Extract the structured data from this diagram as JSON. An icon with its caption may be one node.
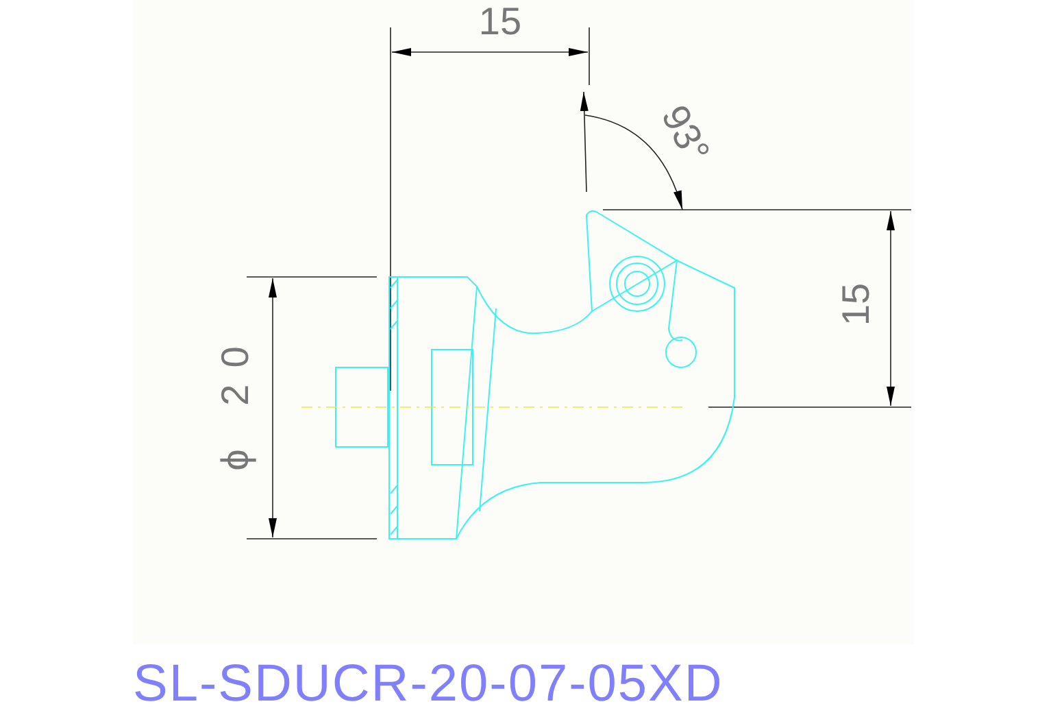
{
  "diagram": {
    "caption": "SL-SDUCR-20-07-05XD",
    "labels": [
      "15",
      "93°",
      "ϕ 20",
      "15"
    ]
  }
}
